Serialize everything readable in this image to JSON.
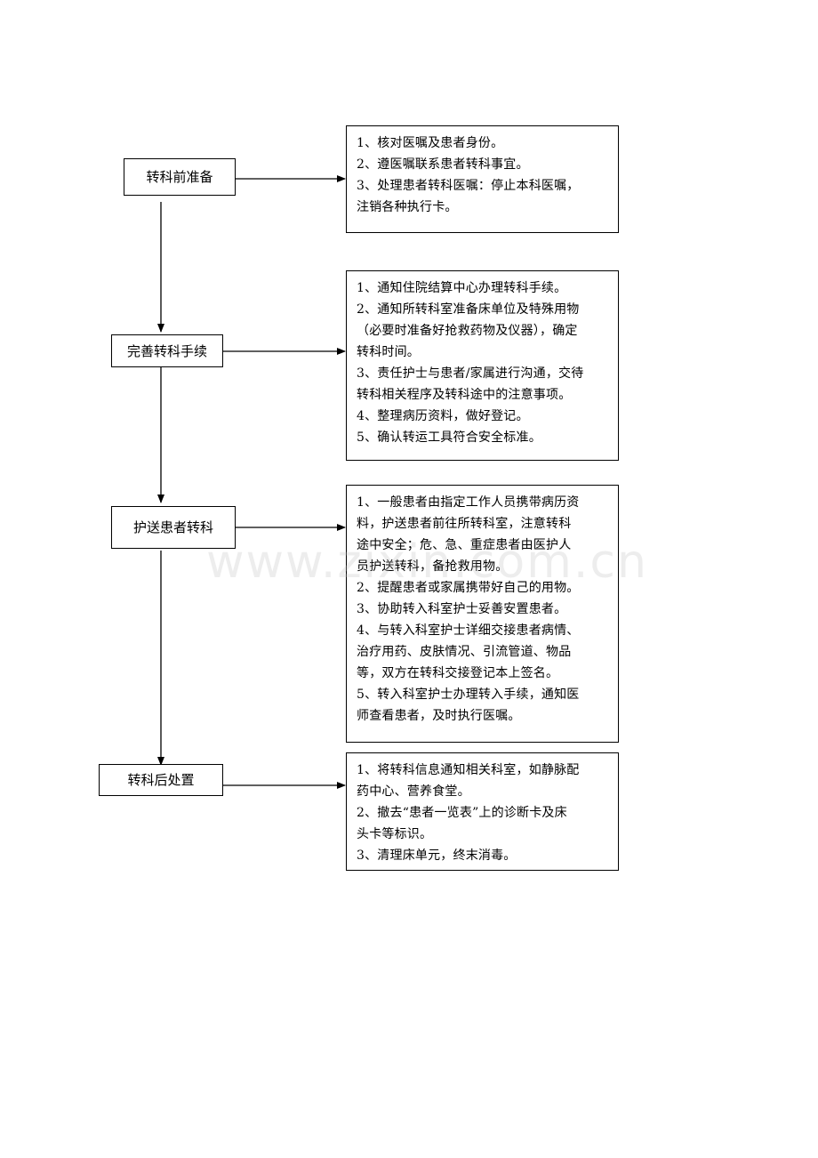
{
  "steps": [
    {
      "title": "转科前准备",
      "details": [
        "1、核对医嘱及患者身份。",
        "2、遵医嘱联系患者转科事宜。",
        "3、处理患者转科医嘱：停止本科医嘱，",
        "注销各种执行卡。"
      ]
    },
    {
      "title": "完善转科手续",
      "details": [
        "1、通知住院结算中心办理转科手续。",
        "2、通知所转科室准备床单位及特殊用物",
        "（必要时准备好抢救药物及仪器），确定",
        "转科时间。",
        "3、责任护士与患者/家属进行沟通，交待",
        "转科相关程序及转科途中的注意事项。",
        "4、整理病历资料，做好登记。",
        "5、确认转运工具符合安全标准。"
      ]
    },
    {
      "title": "护送患者转科",
      "details": [
        "1、一般患者由指定工作人员携带病历资",
        "料，护送患者前往所转科室，注意转科",
        "途中安全；危、急、重症患者由医护人",
        "员护送转科，备抢救用物。",
        "2、提醒患者或家属携带好自己的用物。",
        "3、协助转入科室护士妥善安置患者。",
        "4、与转入科室护士详细交接患者病情、",
        "治疗用药、皮肤情况、引流管道、物品",
        "等，双方在转科交接登记本上签名。",
        "5、转入科室护士办理转入手续，通知医",
        "师查看患者，及时执行医嘱。"
      ]
    },
    {
      "title": "转科后处置",
      "details": [
        "1、将转科信息通知相关科室，如静脉配",
        "药中心、营养食堂。",
        "2、撤去“患者一览表”上的诊断卡及床",
        "头卡等标识。",
        "3、清理床单元，终末消毒。"
      ]
    }
  ],
  "watermark": "www.zixin.com.cn"
}
